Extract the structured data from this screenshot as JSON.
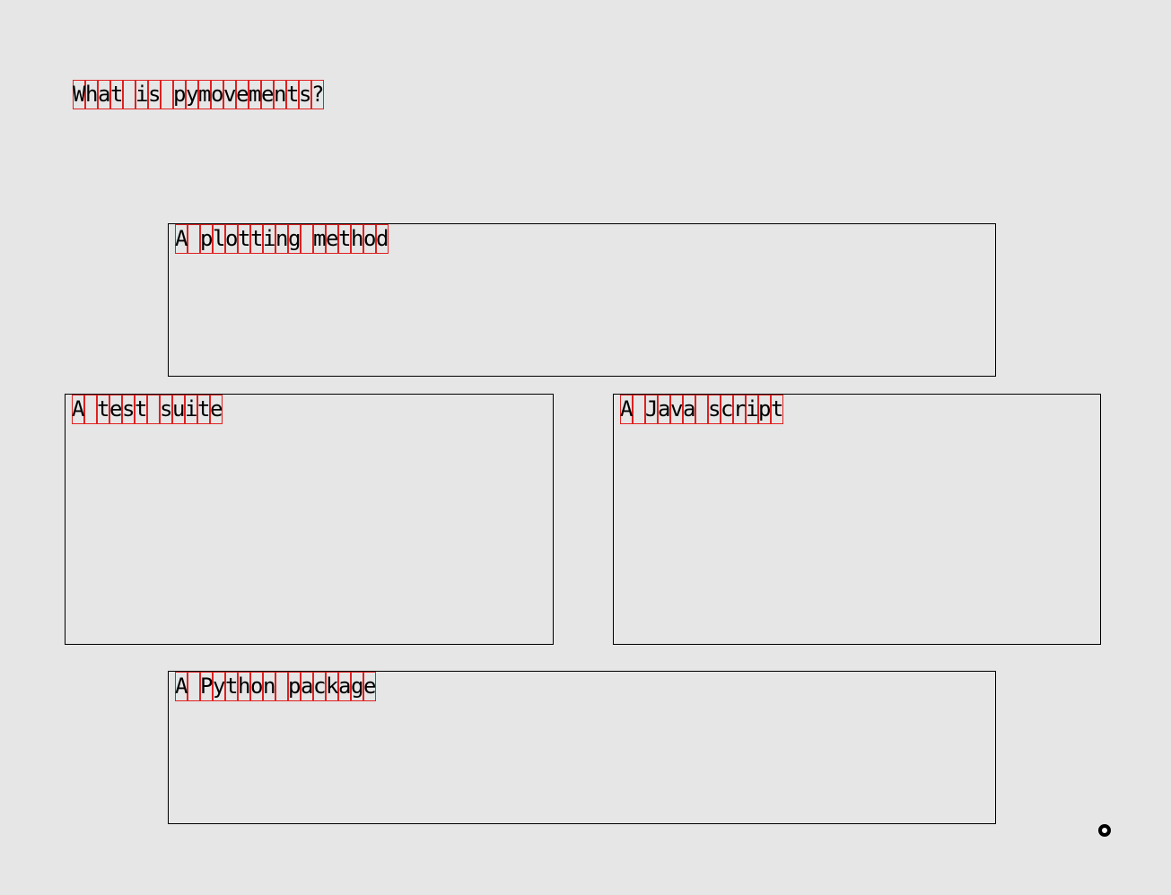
{
  "question": "What is pymovements?",
  "options": [
    "A plotting method",
    "A test suite",
    "A Java script",
    "A Python package"
  ],
  "cursor_icon": "gaze-cursor-icon"
}
